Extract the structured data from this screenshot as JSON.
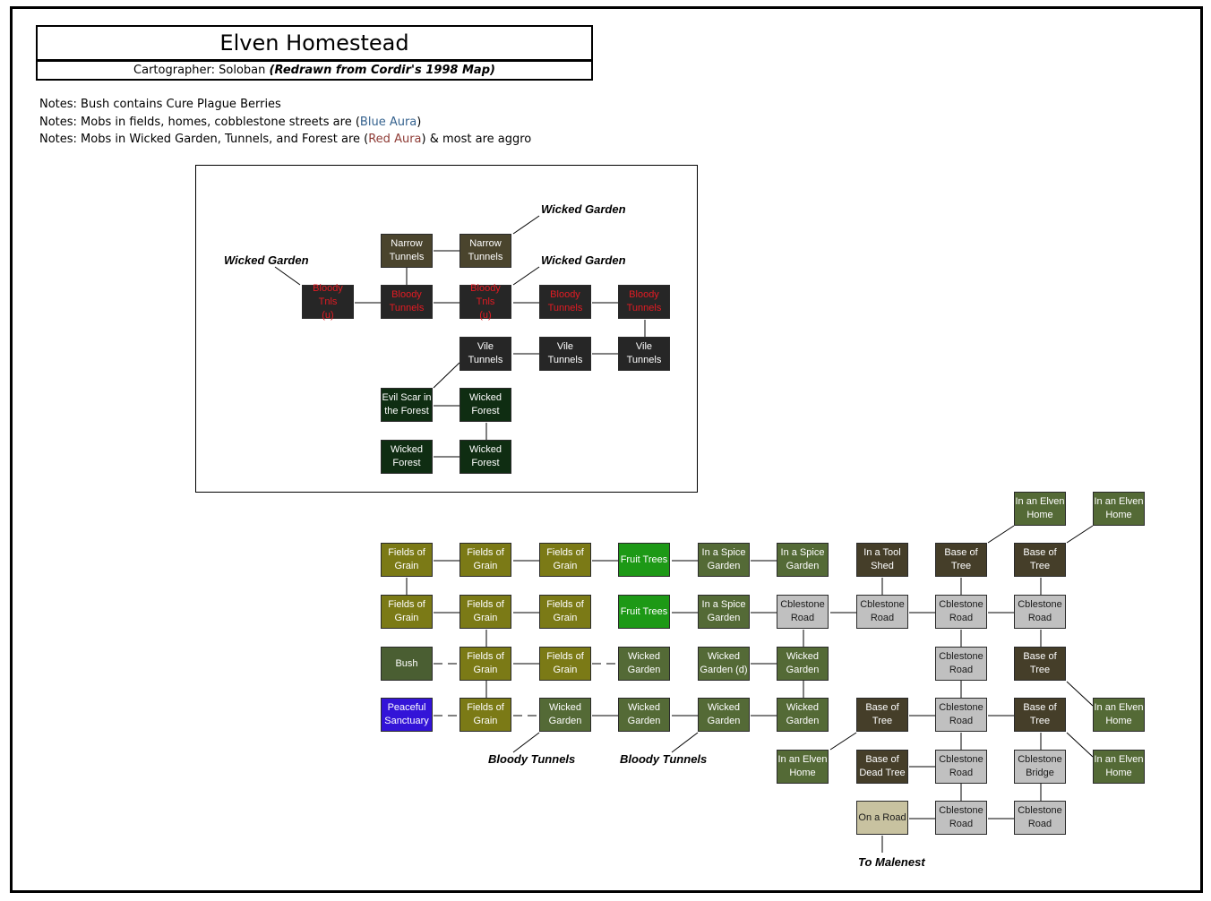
{
  "header": {
    "title": "Elven Homestead",
    "subtitle_prefix": "Cartographer: Soloban ",
    "subtitle_emph": "(Redrawn from Cordir's 1998 Map)"
  },
  "notes": {
    "line1": "Notes: Bush contains Cure Plague Berries",
    "line2_pre": "Notes: Mobs in fields, homes, cobblestone streets are (",
    "line2_aura": "Blue Aura",
    "line2_post": ")",
    "line3_pre": "Notes: Mobs in Wicked Garden, Tunnels, and Forest are (",
    "line3_aura": "Red Aura",
    "line3_post": ") & most are aggro"
  },
  "colors": {
    "grain": "#7b7a16",
    "fruit": "#1d9916",
    "garden": "#546a36",
    "bush": "#4a5e32",
    "sanctuary": "#3314d8",
    "dark_olive": "#453e29",
    "cobble": "#c0c0c0",
    "road": "#c8c2a0",
    "tunnel_narrow": "#4a442d",
    "tunnel_bloody": "#262626",
    "tunnel_vile": "#262626",
    "forest": "#0f2d12",
    "red_text": "#e31b23",
    "blue_aura": "#35628e",
    "red_aura": "#8e3b35"
  },
  "labels": [
    {
      "id": "lbl-wg1",
      "text": "Wicked Garden"
    },
    {
      "id": "lbl-wg2",
      "text": "Wicked Garden"
    },
    {
      "id": "lbl-wg3",
      "text": "Wicked Garden"
    },
    {
      "id": "lbl-bt1",
      "text": "Bloody Tunnels"
    },
    {
      "id": "lbl-bt2",
      "text": "Bloody Tunnels"
    },
    {
      "id": "lbl-mal",
      "text": "To Malenest"
    }
  ],
  "rooms": [
    {
      "id": "nt1",
      "line1": "Narrow",
      "line2": "Tunnels",
      "kind": "tunnel_narrow"
    },
    {
      "id": "nt2",
      "line1": "Narrow",
      "line2": "Tunnels",
      "kind": "tunnel_narrow"
    },
    {
      "id": "bt1",
      "line1": "Bloody Tnls",
      "line2": "(u)",
      "kind": "tunnel_bloody"
    },
    {
      "id": "bt2",
      "line1": "Bloody",
      "line2": "Tunnels",
      "kind": "tunnel_bloody"
    },
    {
      "id": "bt3",
      "line1": "Bloody Tnls",
      "line2": "(u)",
      "kind": "tunnel_bloody"
    },
    {
      "id": "bt4",
      "line1": "Bloody",
      "line2": "Tunnels",
      "kind": "tunnel_bloody"
    },
    {
      "id": "bt5",
      "line1": "Bloody",
      "line2": "Tunnels",
      "kind": "tunnel_bloody"
    },
    {
      "id": "vt1",
      "line1": "Vile",
      "line2": "Tunnels",
      "kind": "tunnel_vile"
    },
    {
      "id": "vt2",
      "line1": "Vile",
      "line2": "Tunnels",
      "kind": "tunnel_vile"
    },
    {
      "id": "vt3",
      "line1": "Vile",
      "line2": "Tunnels",
      "kind": "tunnel_vile"
    },
    {
      "id": "es1",
      "line1": "Evil Scar in",
      "line2": "the Forest",
      "kind": "forest"
    },
    {
      "id": "wf1",
      "line1": "Wicked",
      "line2": "Forest",
      "kind": "forest"
    },
    {
      "id": "wf2",
      "line1": "Wicked",
      "line2": "Forest",
      "kind": "forest"
    },
    {
      "id": "wf3",
      "line1": "Wicked",
      "line2": "Forest",
      "kind": "forest"
    },
    {
      "id": "ie1",
      "line1": "In an Elven",
      "line2": "Home",
      "kind": "garden"
    },
    {
      "id": "ie2",
      "line1": "In an Elven",
      "line2": "Home",
      "kind": "garden"
    },
    {
      "id": "fg11",
      "line1": "Fields of",
      "line2": "Grain",
      "kind": "grain"
    },
    {
      "id": "fg12",
      "line1": "Fields of",
      "line2": "Grain",
      "kind": "grain"
    },
    {
      "id": "fg13",
      "line1": "Fields of",
      "line2": "Grain",
      "kind": "grain"
    },
    {
      "id": "ft1",
      "line1": "Fruit Trees",
      "line2": "",
      "kind": "fruit"
    },
    {
      "id": "sg1",
      "line1": "In a Spice",
      "line2": "Garden",
      "kind": "garden"
    },
    {
      "id": "sg2",
      "line1": "In a Spice",
      "line2": "Garden",
      "kind": "garden"
    },
    {
      "id": "ts1",
      "line1": "In a Tool",
      "line2": "Shed",
      "kind": "dark_olive"
    },
    {
      "id": "bot1",
      "line1": "Base of",
      "line2": "Tree",
      "kind": "dark_olive"
    },
    {
      "id": "bot2",
      "line1": "Base of",
      "line2": "Tree",
      "kind": "dark_olive"
    },
    {
      "id": "fg21",
      "line1": "Fields of",
      "line2": "Grain",
      "kind": "grain"
    },
    {
      "id": "fg22",
      "line1": "Fields of",
      "line2": "Grain",
      "kind": "grain"
    },
    {
      "id": "fg23",
      "line1": "Fields of",
      "line2": "Grain",
      "kind": "grain"
    },
    {
      "id": "ft2",
      "line1": "Fruit Trees",
      "line2": "",
      "kind": "fruit"
    },
    {
      "id": "sg3",
      "line1": "In a Spice",
      "line2": "Garden",
      "kind": "garden"
    },
    {
      "id": "cr1",
      "line1": "Cblestone",
      "line2": "Road",
      "kind": "cobble"
    },
    {
      "id": "cr2",
      "line1": "Cblestone",
      "line2": "Road",
      "kind": "cobble"
    },
    {
      "id": "cr3",
      "line1": "Cblestone",
      "line2": "Road",
      "kind": "cobble"
    },
    {
      "id": "cr4",
      "line1": "Cblestone",
      "line2": "Road",
      "kind": "cobble"
    },
    {
      "id": "bush",
      "line1": "Bush",
      "line2": "",
      "kind": "bush"
    },
    {
      "id": "fg31",
      "line1": "Fields of",
      "line2": "Grain",
      "kind": "grain"
    },
    {
      "id": "fg32",
      "line1": "Fields of",
      "line2": "Grain",
      "kind": "grain"
    },
    {
      "id": "wg1",
      "line1": "Wicked",
      "line2": "Garden",
      "kind": "garden"
    },
    {
      "id": "wg2",
      "line1": "Wicked",
      "line2": "Garden (d)",
      "kind": "garden"
    },
    {
      "id": "wg3",
      "line1": "Wicked",
      "line2": "Garden",
      "kind": "garden"
    },
    {
      "id": "cr5",
      "line1": "Cblestone",
      "line2": "Road",
      "kind": "cobble"
    },
    {
      "id": "bot3",
      "line1": "Base of",
      "line2": "Tree",
      "kind": "dark_olive"
    },
    {
      "id": "ps",
      "line1": "Peaceful",
      "line2": "Sanctuary",
      "kind": "sanctuary"
    },
    {
      "id": "fg41",
      "line1": "Fields of",
      "line2": "Grain",
      "kind": "grain"
    },
    {
      "id": "wg4",
      "line1": "Wicked",
      "line2": "Garden",
      "kind": "garden"
    },
    {
      "id": "wg5",
      "line1": "Wicked",
      "line2": "Garden",
      "kind": "garden"
    },
    {
      "id": "wg6",
      "line1": "Wicked",
      "line2": "Garden",
      "kind": "garden"
    },
    {
      "id": "wg7",
      "line1": "Wicked",
      "line2": "Garden",
      "kind": "garden"
    },
    {
      "id": "bot4",
      "line1": "Base of",
      "line2": "Tree",
      "kind": "dark_olive"
    },
    {
      "id": "cr6",
      "line1": "Cblestone",
      "line2": "Road",
      "kind": "cobble"
    },
    {
      "id": "bot5",
      "line1": "Base of",
      "line2": "Tree",
      "kind": "dark_olive"
    },
    {
      "id": "ie3",
      "line1": "In an Elven",
      "line2": "Home",
      "kind": "garden"
    },
    {
      "id": "ie4",
      "line1": "In an Elven",
      "line2": "Home",
      "kind": "garden"
    },
    {
      "id": "bdt",
      "line1": "Base of",
      "line2": "Dead Tree",
      "kind": "dark_olive"
    },
    {
      "id": "cr7",
      "line1": "Cblestone",
      "line2": "Road",
      "kind": "cobble"
    },
    {
      "id": "cb",
      "line1": "Cblestone",
      "line2": "Bridge",
      "kind": "cobble"
    },
    {
      "id": "ie5",
      "line1": "In an Elven",
      "line2": "Home",
      "kind": "garden"
    },
    {
      "id": "oar",
      "line1": "On a Road",
      "line2": "",
      "kind": "road"
    },
    {
      "id": "cr8",
      "line1": "Cblestone",
      "line2": "Road",
      "kind": "cobble"
    },
    {
      "id": "cr9",
      "line1": "Cblestone",
      "line2": "Road",
      "kind": "cobble"
    }
  ]
}
